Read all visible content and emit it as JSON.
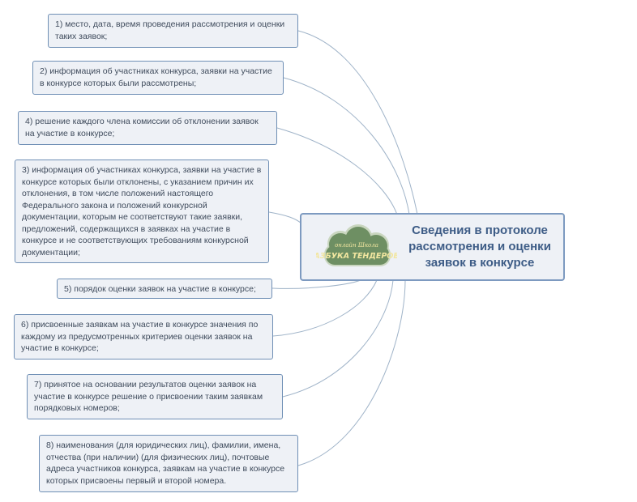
{
  "central": {
    "title_lines": [
      "Сведения в протоколе",
      "рассмотрения и оценки",
      "заявок в конкурсе"
    ],
    "logo": {
      "top_text": "онлайн Школа",
      "main_text": "АЗБУКА ТЕНДЕРОВ",
      "colors": {
        "cloud": "#6e8f63",
        "text": "#f2e6a0",
        "border": "#c9d6bf"
      }
    }
  },
  "nodes": [
    {
      "id": "node-1",
      "text": "1) место, дата, время проведения рассмотрения и оценки таких заявок;"
    },
    {
      "id": "node-2",
      "text": "2) информация об участниках конкурса, заявки на участие в конкурсе которых были рассмотрены;"
    },
    {
      "id": "node-4",
      "text": "4) решение каждого члена комиссии об отклонении заявок на участие в конкурсе;"
    },
    {
      "id": "node-3",
      "text": "3) информация об участниках конкурса, заявки на участие в конкурсе которых были отклонены, с указанием причин их отклонения, в том числе положений настоящего Федерального закона и положений конкурсной документации, которым не соответствуют такие заявки, предложений, содержащихся в заявках на участие в конкурсе и не соответствующих требованиям конкурсной документации;"
    },
    {
      "id": "node-5",
      "text": "5) порядок оценки заявок на участие в конкурсе;"
    },
    {
      "id": "node-6",
      "text": "6) присвоенные заявкам на участие в конкурсе значения по каждому из предусмотренных критериев оценки заявок на участие в конкурсе;"
    },
    {
      "id": "node-7",
      "text": "7) принятое на основании результатов оценки заявок на участие в конкурсе решение о присвоении таким заявкам порядковых номеров;"
    },
    {
      "id": "node-8",
      "text": "8) наименования (для юридических лиц), фамилии, имена, отчества (при наличии) (для физических лиц), почтовые адреса участников конкурса, заявкам на участие в конкурсе которых присвоены первый и второй номера."
    }
  ],
  "colors": {
    "node_bg": "#eef1f6",
    "node_border": "#6f8fb5",
    "central_title": "#3d5c86",
    "connector": "#9fb3c8"
  }
}
